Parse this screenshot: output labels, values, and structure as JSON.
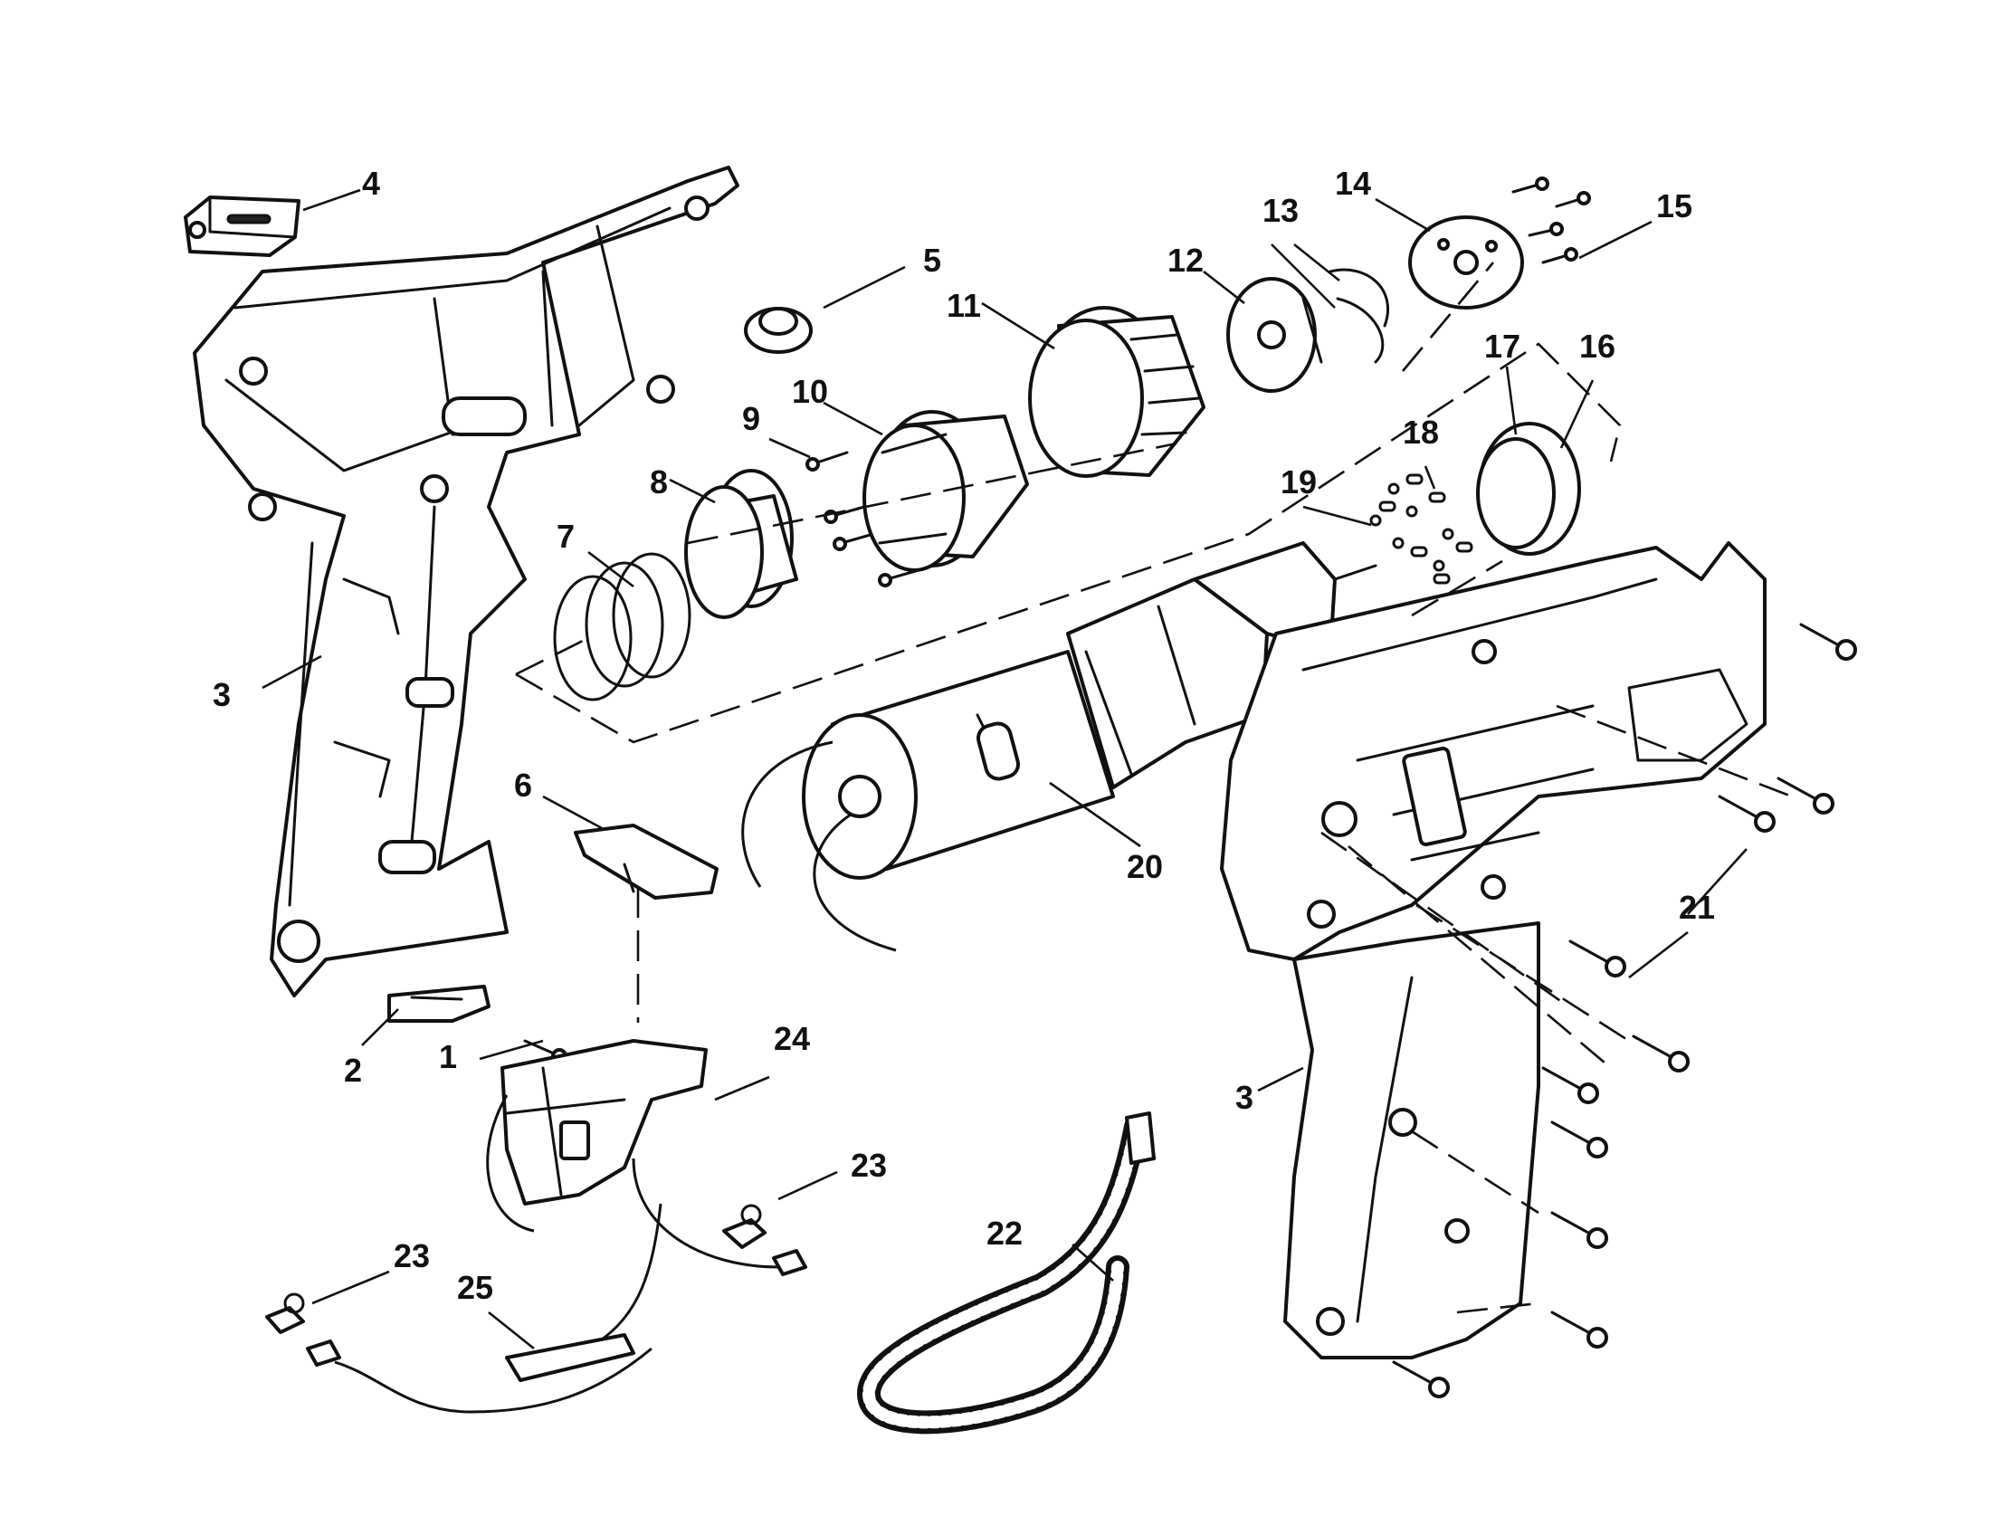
{
  "diagram": {
    "callouts": [
      {
        "id": "c1",
        "text": "1"
      },
      {
        "id": "c2",
        "text": "2"
      },
      {
        "id": "c3a",
        "text": "3"
      },
      {
        "id": "c3b",
        "text": "3"
      },
      {
        "id": "c4",
        "text": "4"
      },
      {
        "id": "c5",
        "text": "5"
      },
      {
        "id": "c6",
        "text": "6"
      },
      {
        "id": "c7",
        "text": "7"
      },
      {
        "id": "c8",
        "text": "8"
      },
      {
        "id": "c9",
        "text": "9"
      },
      {
        "id": "c10",
        "text": "10"
      },
      {
        "id": "c11",
        "text": "11"
      },
      {
        "id": "c12",
        "text": "12"
      },
      {
        "id": "c13",
        "text": "13"
      },
      {
        "id": "c14",
        "text": "14"
      },
      {
        "id": "c15",
        "text": "15"
      },
      {
        "id": "c16",
        "text": "16"
      },
      {
        "id": "c17",
        "text": "17"
      },
      {
        "id": "c18",
        "text": "18"
      },
      {
        "id": "c19",
        "text": "19"
      },
      {
        "id": "c20",
        "text": "20"
      },
      {
        "id": "c21",
        "text": "21"
      },
      {
        "id": "c22",
        "text": "22"
      },
      {
        "id": "c23a",
        "text": "23"
      },
      {
        "id": "c23b",
        "text": "23"
      },
      {
        "id": "c24",
        "text": "24"
      },
      {
        "id": "c25",
        "text": "25"
      }
    ]
  }
}
